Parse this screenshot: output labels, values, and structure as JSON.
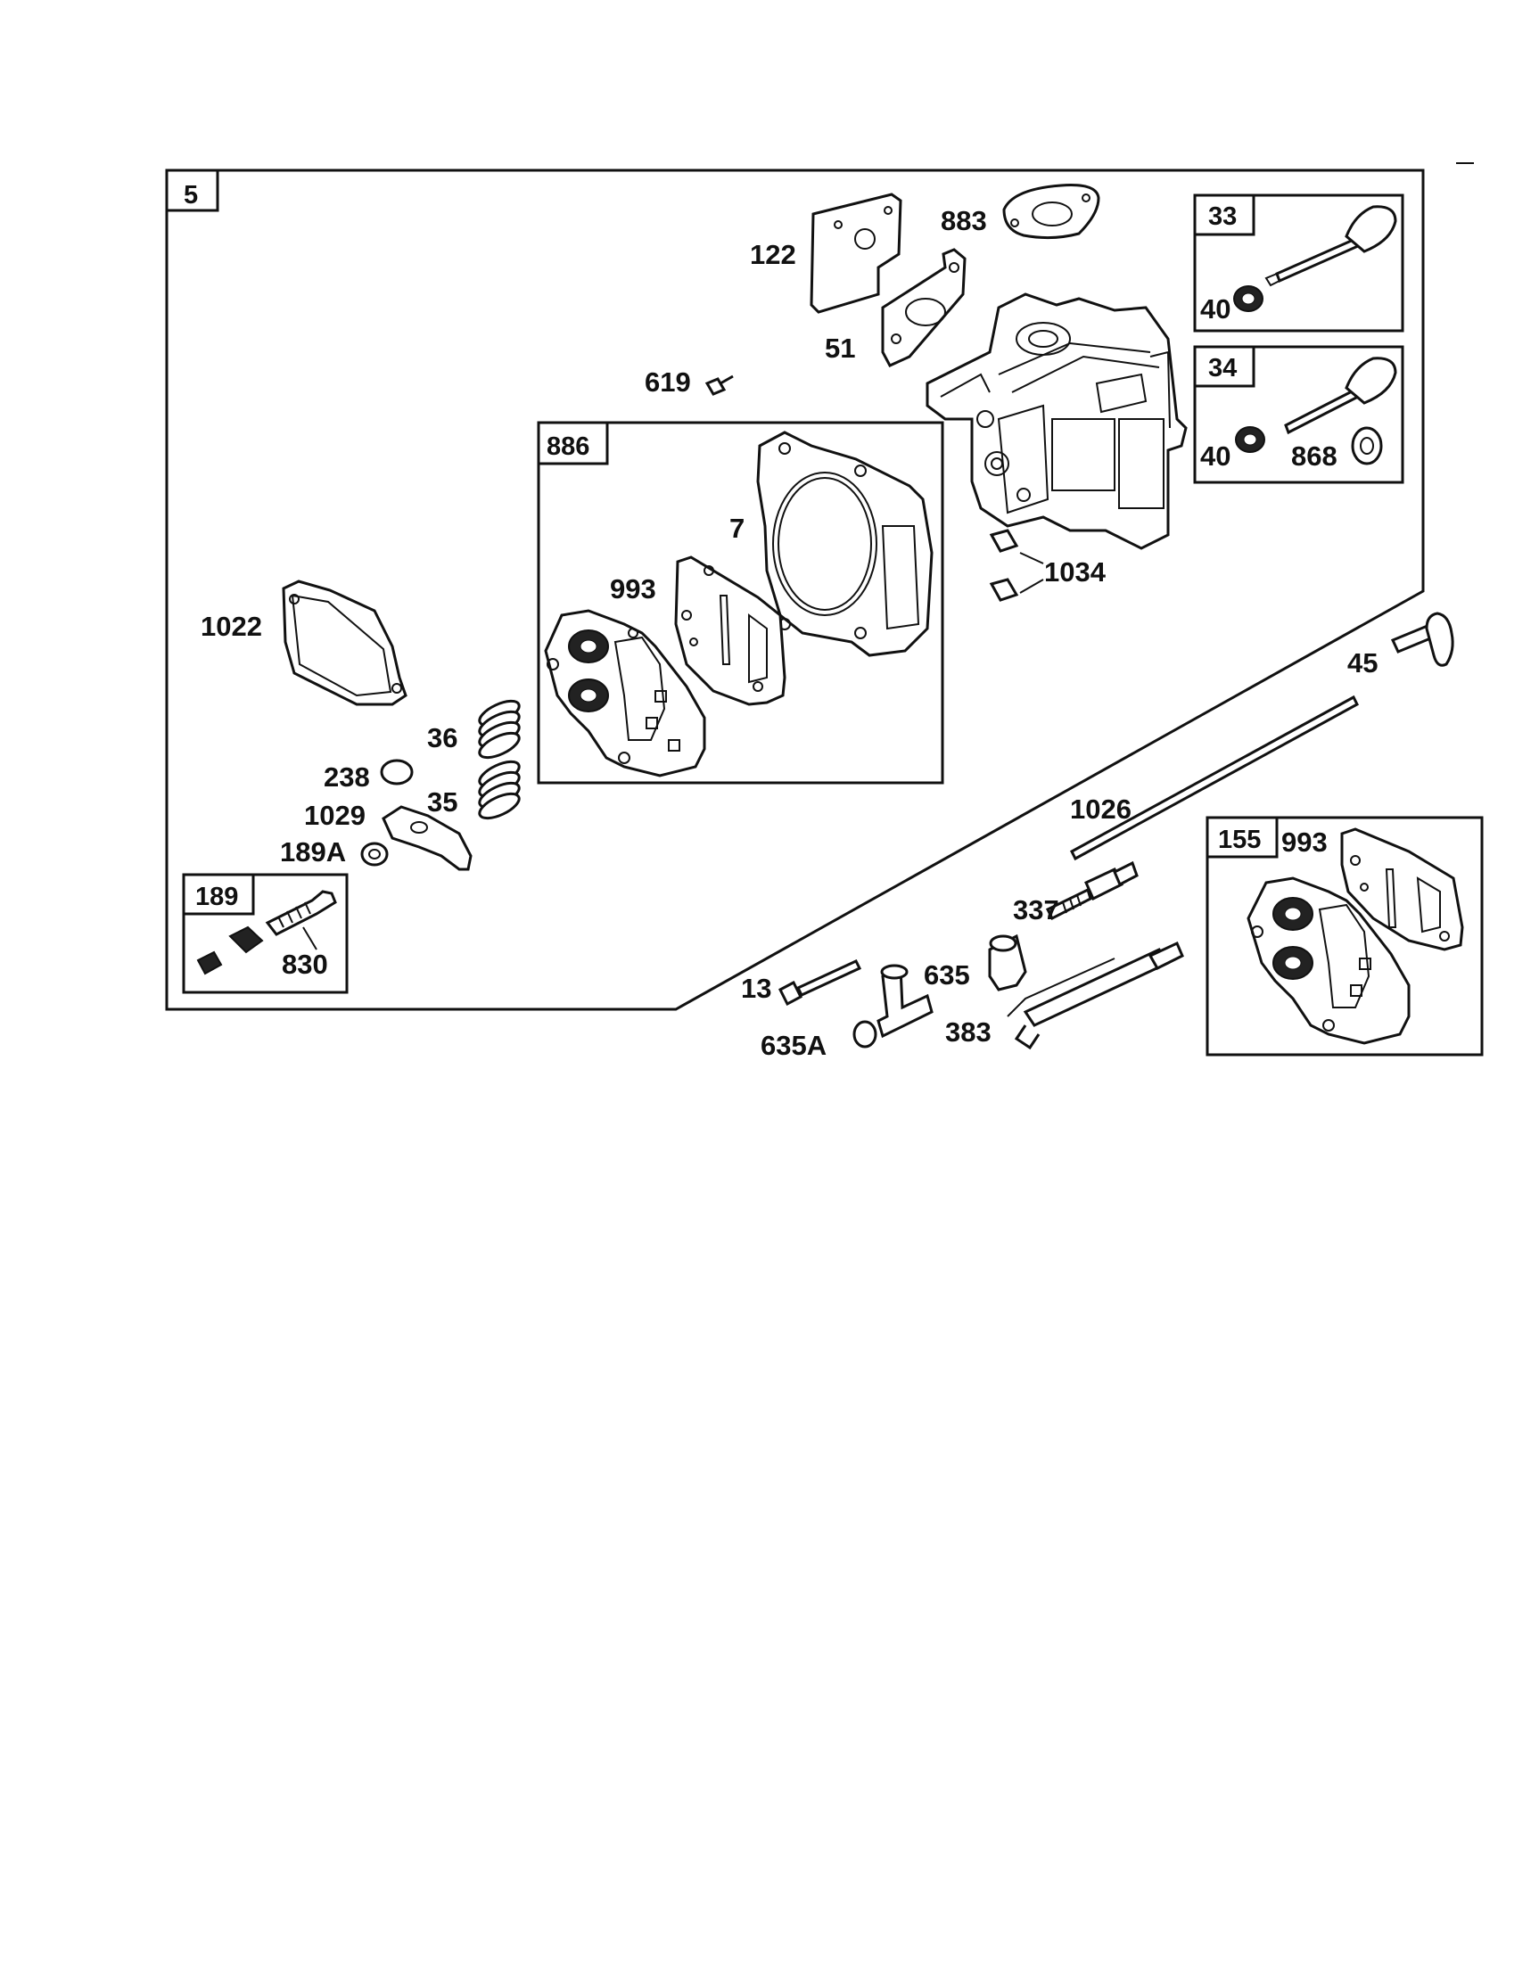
{
  "assembly_boxes": {
    "main": "5",
    "gasket_set": "886",
    "valve_intake": "33",
    "valve_exhaust": "34",
    "kit_189": "189",
    "kit_155": "155"
  },
  "parts": {
    "p122": "122",
    "p883": "883",
    "p51": "51",
    "p619": "619",
    "p7": "7",
    "p993": "993",
    "p1022": "1022",
    "p36": "36",
    "p35": "35",
    "p238": "238",
    "p1029": "1029",
    "p189A": "189A",
    "p830": "830",
    "p40a": "40",
    "p40b": "40",
    "p868": "868",
    "p1034": "1034",
    "p45": "45",
    "p1026": "1026",
    "p337": "337",
    "p635": "635",
    "p383": "383",
    "p13": "13",
    "p635A": "635A",
    "p993b": "993"
  }
}
